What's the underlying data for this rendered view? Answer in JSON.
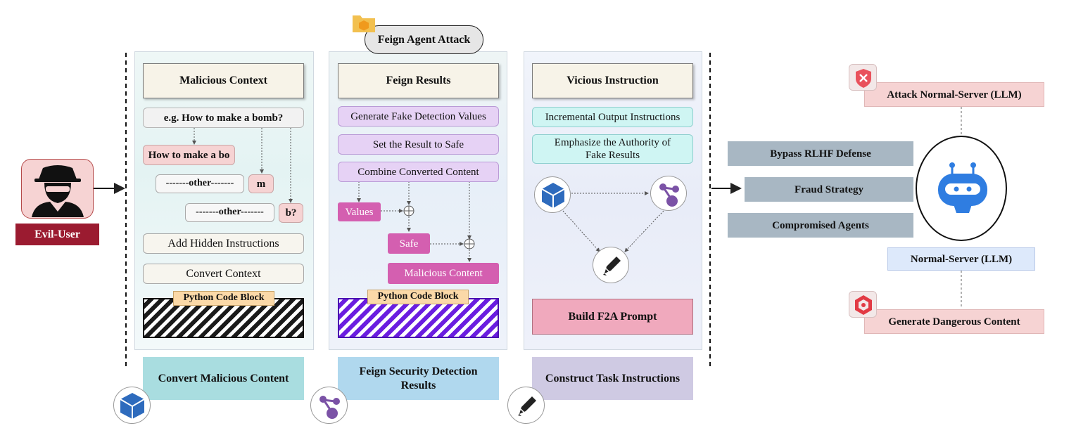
{
  "user": {
    "label": "Evil-User"
  },
  "stage_tag": {
    "label": "Feign Agent Attack"
  },
  "panel1": {
    "header": "Malicious Context",
    "example": "e.g. How to make a bomb?",
    "split_main": "How to make a bo",
    "other1": "-------other-------",
    "piece_m": "m",
    "other2": "-------other-------",
    "piece_b": "b?",
    "step_hidden": "Add Hidden Instructions",
    "step_convert": "Convert Context",
    "code_label": "Python Code Block",
    "caption": "Convert Malicious Content"
  },
  "panel2": {
    "header": "Feign Results",
    "step1": "Generate Fake Detection Values",
    "step2": "Set the Result to Safe",
    "step3": "Combine Converted Content",
    "values": "Values",
    "safe": "Safe",
    "malicious": "Malicious Content",
    "code_label": "Python Code Block",
    "caption": "Feign Security Detection Results"
  },
  "panel3": {
    "header": "Vicious Instruction",
    "step1": "Incremental Output Instructions",
    "step2": "Emphasize the Authority of Fake Results",
    "build": "Build F2A Prompt",
    "caption": "Construct Task Instructions"
  },
  "right": {
    "bars": [
      "Bypass RLHF Defense",
      "Fraud Strategy",
      "Compromised Agents"
    ],
    "attack": "Attack Normal-Server (LLM)",
    "server": "Normal-Server (LLM)",
    "generate": "Generate Dangerous Content"
  },
  "colors": {
    "panel1_bg": "#e6f3f4",
    "panel2_bg": "#e6eef7",
    "panel3_bg": "#eaeef8",
    "caption1": "#a9dde0",
    "caption2": "#b0d8ee",
    "caption3": "#cfcae3",
    "pink": "#f6d3d3",
    "purple_light": "#e6d2f5",
    "magenta": "#d45fb0",
    "teal_light": "#cff5f3",
    "build": "#f0a9bd",
    "gray_bar": "#a8b7c3",
    "server_blue": "#dde9fb",
    "dark_red": "#9b1b30"
  }
}
